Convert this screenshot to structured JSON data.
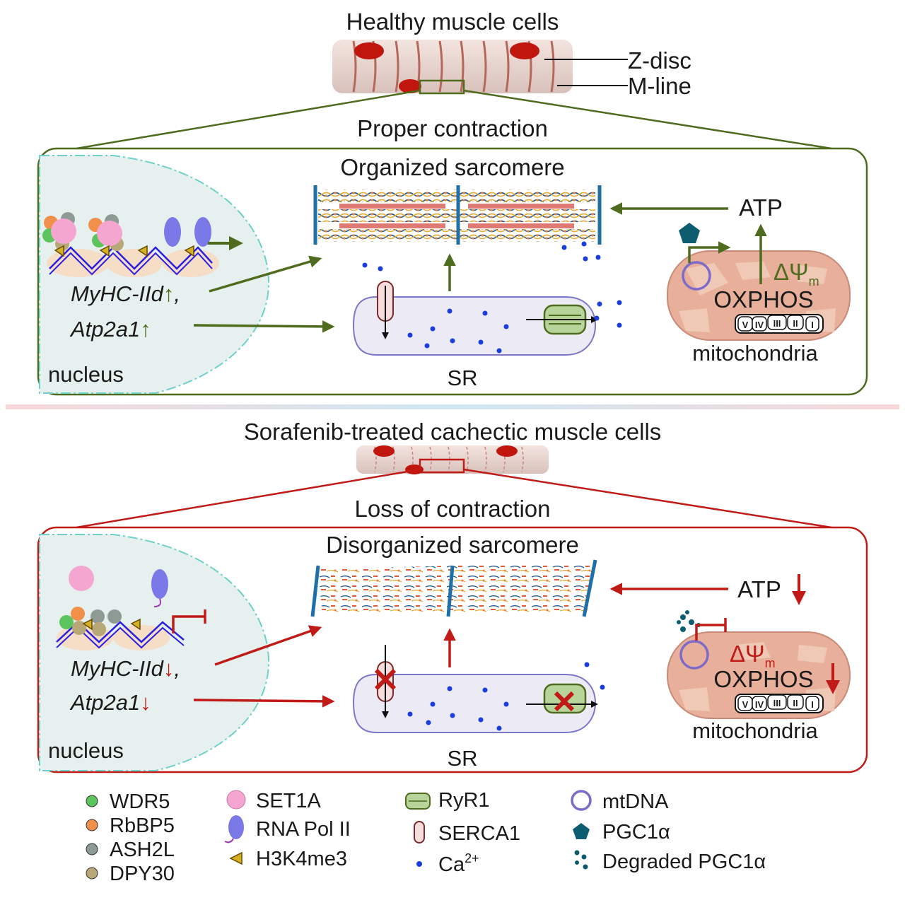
{
  "top": {
    "title": "Healthy muscle cells",
    "zdisc_label": "Z-disc",
    "mline_label": "M-line",
    "subtitle": "Proper contraction",
    "sarcomere_label": "Organized sarcomere",
    "gene1": "MyHC-IId",
    "gene2": "Atp2a1",
    "gene1_suffix": ",",
    "up_arrow": "↑",
    "nucleus_label": "nucleus",
    "sr_label": "SR",
    "atp_label": "ATP",
    "delta_psi": "ΔΨ",
    "delta_psi_sub": "m",
    "oxphos_label": "OXPHOS",
    "complexes": [
      "V",
      "IV",
      "III",
      "II",
      "I"
    ],
    "mito_label": "mitochondria",
    "accent_color": "#4e6b1e"
  },
  "bottom": {
    "title": "Sorafenib-treated cachectic muscle cells",
    "subtitle": "Loss of contraction",
    "sarcomere_label": "Disorganized sarcomere",
    "gene1": "MyHC-IId",
    "gene2": "Atp2a1",
    "gene1_suffix": ",",
    "down_arrow": "↓",
    "nucleus_label": "nucleus",
    "sr_label": "SR",
    "atp_label": "ATP",
    "delta_psi": "ΔΨ",
    "delta_psi_sub": "m",
    "oxphos_label": "OXPHOS",
    "complexes": [
      "V",
      "IV",
      "III",
      "II",
      "I"
    ],
    "mito_label": "mitochondria",
    "accent_color": "#c11b17"
  },
  "legend": {
    "col1": [
      "WDR5",
      "RbBP5",
      "ASH2L",
      "DPY30"
    ],
    "col2": [
      "SET1A",
      "RNA Pol II",
      "H3K4me3"
    ],
    "col3": [
      "RyR1",
      "SERCA1",
      "Ca"
    ],
    "ca_superscript": "2+",
    "col4": [
      "mtDNA",
      "PGC1α",
      "Degraded PGC1α"
    ],
    "colors": {
      "wdr5": "#5cc45c",
      "rbbp5": "#f0904a",
      "ash2l": "#8e9a94",
      "dpy30": "#b8a878",
      "set1a": "#f4a6d0",
      "polii": "#7b78e8",
      "h3k4me3": "#d4b022",
      "ryr1": "#b7d49a",
      "serca1": "#f6dede",
      "ca": "#1a3de0",
      "mtdna": "#7e6ac8",
      "pgc1a": "#0d5d70"
    }
  }
}
